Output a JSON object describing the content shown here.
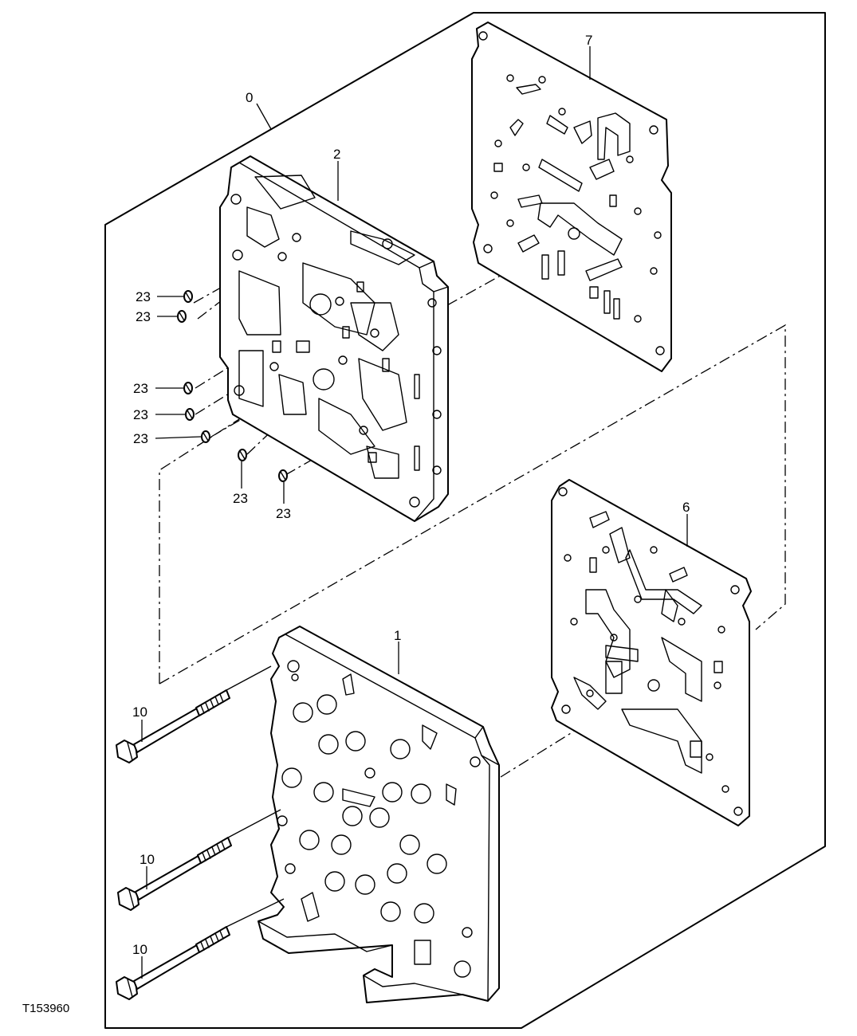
{
  "figure": {
    "id": "T153960"
  },
  "callouts": {
    "assembly": "0",
    "lower_body": "1",
    "upper_body": "2",
    "gasket_lower": "6",
    "gasket_upper": "7",
    "bolt": "10",
    "plug": "23"
  }
}
